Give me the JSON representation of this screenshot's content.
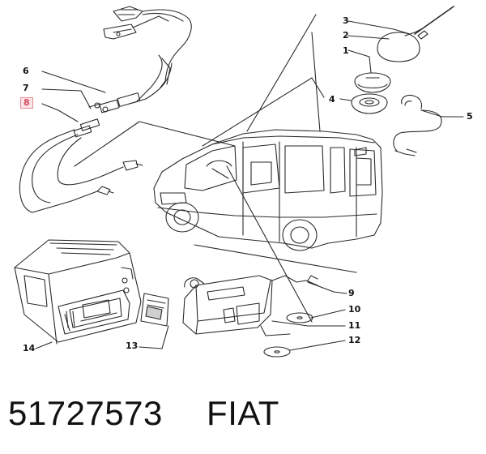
{
  "callouts": [
    {
      "id": "c1",
      "text": "1"
    },
    {
      "id": "c2",
      "text": "2"
    },
    {
      "id": "c3",
      "text": "3"
    },
    {
      "id": "c4",
      "text": "4"
    },
    {
      "id": "c5",
      "text": "5"
    },
    {
      "id": "c6",
      "text": "6"
    },
    {
      "id": "c7",
      "text": "7"
    },
    {
      "id": "c8",
      "text": "8",
      "highlighted": true
    },
    {
      "id": "c9",
      "text": "9"
    },
    {
      "id": "c10",
      "text": "10"
    },
    {
      "id": "c11",
      "text": "11"
    },
    {
      "id": "c12",
      "text": "12"
    },
    {
      "id": "c13",
      "text": "13"
    },
    {
      "id": "c14",
      "text": "14"
    }
  ],
  "caption": {
    "part_number": "51727573",
    "brand": "FIAT"
  },
  "colors": {
    "line": "#2a2a2a",
    "highlight_text": "#d94a5c",
    "highlight_fill": "#fbe3e7"
  }
}
